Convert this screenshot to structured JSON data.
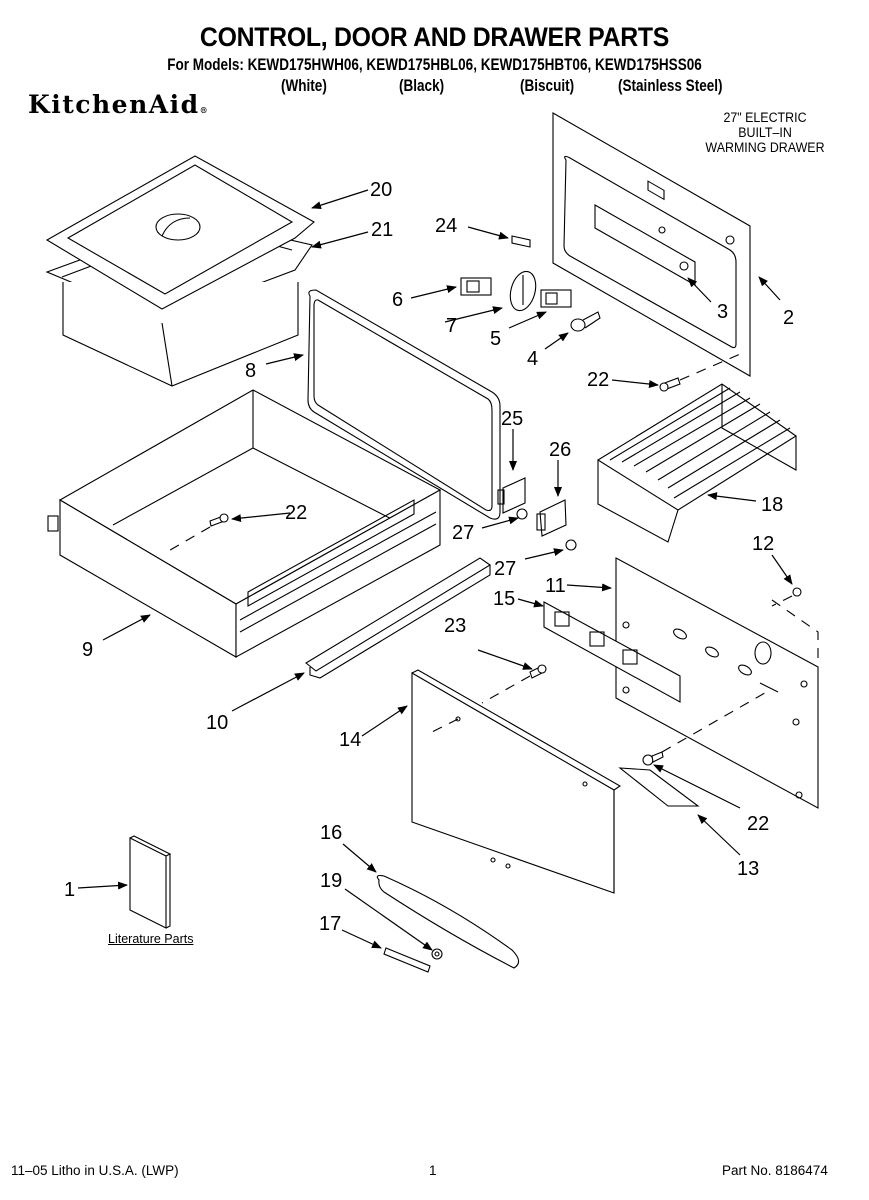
{
  "header": {
    "title": "CONTROL, DOOR AND DRAWER PARTS",
    "models_line": "For Models: KEWD175HWH06, KEWD175HBL06, KEWD175HBT06, KEWD175HSS06",
    "colors": [
      "(White)",
      "(Black)",
      "(Biscuit)",
      "(Stainless Steel)"
    ],
    "brand": "KitchenAid",
    "brand_mark": "®",
    "product_lines": [
      "27\" ELECTRIC",
      "BUILT–IN",
      "WARMING DRAWER"
    ]
  },
  "diagram": {
    "callouts": [
      {
        "id": "1",
        "part": "literature"
      },
      {
        "id": "2",
        "part": "control-panel-back"
      },
      {
        "id": "3",
        "part": "control-bracket"
      },
      {
        "id": "4",
        "part": "indicator-light"
      },
      {
        "id": "5",
        "part": "rocker-switch"
      },
      {
        "id": "6",
        "part": "rocker-switch"
      },
      {
        "id": "7",
        "part": "knob"
      },
      {
        "id": "8",
        "part": "door-gasket"
      },
      {
        "id": "9",
        "part": "drawer"
      },
      {
        "id": "10",
        "part": "slide-rail"
      },
      {
        "id": "11",
        "part": "inner-door-panel"
      },
      {
        "id": "12",
        "part": "nut"
      },
      {
        "id": "13",
        "part": "bracket"
      },
      {
        "id": "14",
        "part": "outer-door-panel"
      },
      {
        "id": "15",
        "part": "control-trim"
      },
      {
        "id": "16",
        "part": "handle"
      },
      {
        "id": "17",
        "part": "nameplate"
      },
      {
        "id": "18",
        "part": "wire-rack"
      },
      {
        "id": "19",
        "part": "nut"
      },
      {
        "id": "20",
        "part": "pan-lid"
      },
      {
        "id": "21",
        "part": "pan"
      },
      {
        "id": "22",
        "part": "screw"
      },
      {
        "id": "23",
        "part": "screw"
      },
      {
        "id": "24",
        "part": "label"
      },
      {
        "id": "25",
        "part": "hinge-bracket"
      },
      {
        "id": "26",
        "part": "hinge"
      },
      {
        "id": "27",
        "part": "screw"
      }
    ],
    "literature_label": "Literature Parts"
  },
  "footer": {
    "left": "11–05 Litho in U.S.A. (LWP)",
    "page": "1",
    "right": "Part No. 8186474"
  }
}
